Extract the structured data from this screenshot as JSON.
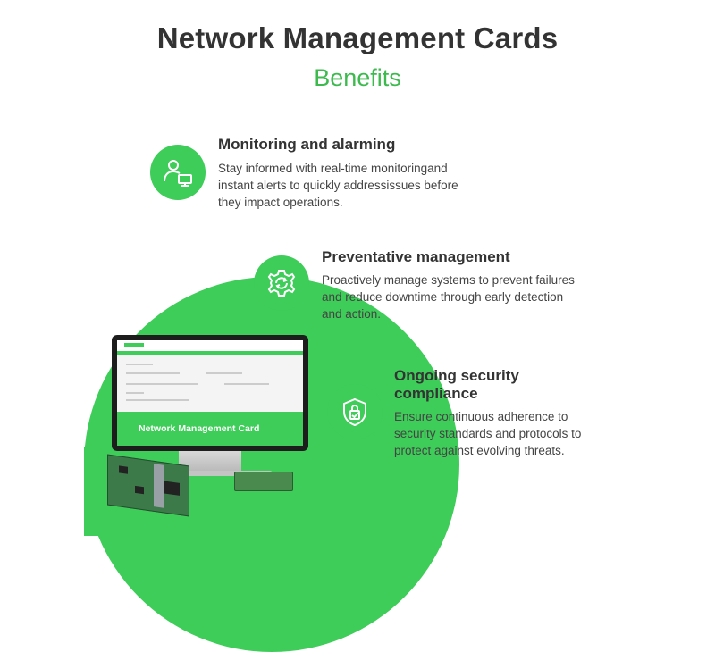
{
  "header": {
    "title": "Network Management Cards",
    "subtitle": "Benefits"
  },
  "benefits": [
    {
      "title": "Monitoring and alarming",
      "desc_lines": [
        "Stay informed with real-time monitoringand",
        "instant alerts to quickly addressissues before",
        "they impact operations."
      ],
      "icon": "user-monitor-icon"
    },
    {
      "title": "Preventative management",
      "desc_lines": [
        "Proactively manage systems to prevent failures",
        "and reduce downtime through early detection",
        "and action."
      ],
      "icon": "gear-refresh-icon"
    },
    {
      "title_lines": [
        "Ongoing security",
        "compliance"
      ],
      "desc_lines": [
        "Ensure continuous adherence to",
        "security standards and protocols to",
        "protect against evolving threats."
      ],
      "icon": "shield-check-icon"
    }
  ],
  "illustration": {
    "screen_banner": "Network Management Card"
  },
  "colors": {
    "accent": "#3dcd58",
    "title": "#333333"
  }
}
